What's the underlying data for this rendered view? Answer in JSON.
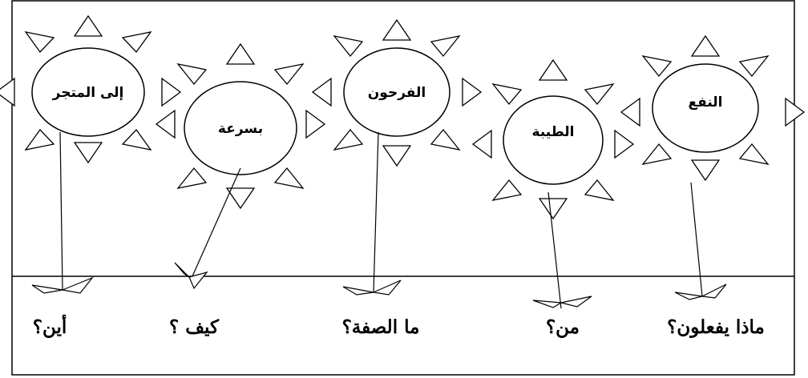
{
  "flowers": [
    {
      "id": "flower-1",
      "word": "إلى المتجر",
      "question": "أين؟"
    },
    {
      "id": "flower-2",
      "word": "بسرعة",
      "question": "كيف ؟"
    },
    {
      "id": "flower-3",
      "word": "الفرحون",
      "question": "ما الصفة؟"
    },
    {
      "id": "flower-4",
      "word": "الطيبة",
      "question": "من؟"
    },
    {
      "id": "flower-5",
      "word": "النفع",
      "question": "ماذا يفعلون؟"
    }
  ]
}
